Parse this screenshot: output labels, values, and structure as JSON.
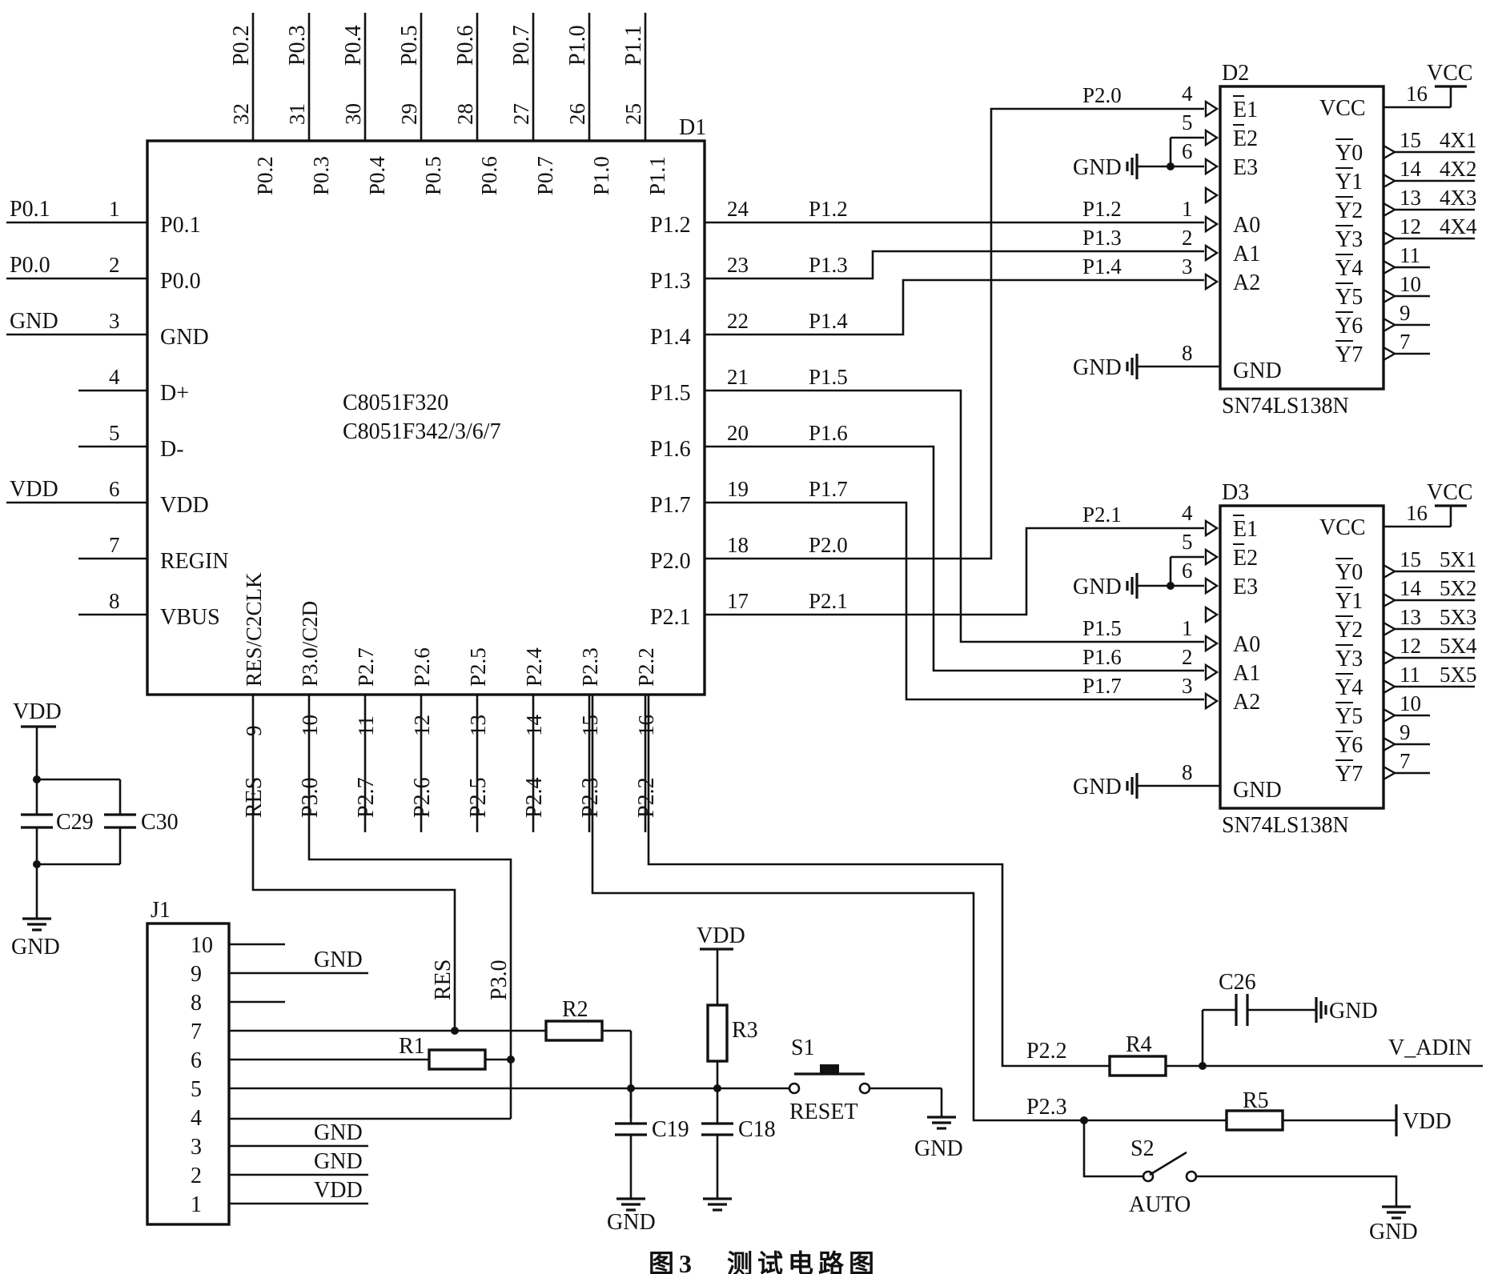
{
  "caption": "图3　测试电路图",
  "d1": {
    "ref": "D1",
    "model_line1": "C8051F320",
    "model_line2": "C8051F342/3/6/7",
    "top_pins": [
      {
        "name": "P0.2",
        "num": "32",
        "net": "P0.2"
      },
      {
        "name": "P0.3",
        "num": "31",
        "net": "P0.3"
      },
      {
        "name": "P0.4",
        "num": "30",
        "net": "P0.4"
      },
      {
        "name": "P0.5",
        "num": "29",
        "net": "P0.5"
      },
      {
        "name": "P0.6",
        "num": "28",
        "net": "P0.6"
      },
      {
        "name": "P0.7",
        "num": "27",
        "net": "P0.7"
      },
      {
        "name": "P1.0",
        "num": "26",
        "net": "P1.0"
      },
      {
        "name": "P1.1",
        "num": "25",
        "net": "P1.1"
      }
    ],
    "left_pins": [
      {
        "name": "P0.1",
        "num": "1",
        "net": "P0.1"
      },
      {
        "name": "P0.0",
        "num": "2",
        "net": "P0.0"
      },
      {
        "name": "GND",
        "num": "3",
        "net": "GND"
      },
      {
        "name": "D+",
        "num": "4",
        "net": ""
      },
      {
        "name": "D-",
        "num": "5",
        "net": ""
      },
      {
        "name": "VDD",
        "num": "6",
        "net": "VDD"
      },
      {
        "name": "REGIN",
        "num": "7",
        "net": ""
      },
      {
        "name": "VBUS",
        "num": "8",
        "net": ""
      }
    ],
    "right_pins": [
      {
        "name": "P1.2",
        "num": "24",
        "net": "P1.2"
      },
      {
        "name": "P1.3",
        "num": "23",
        "net": "P1.3"
      },
      {
        "name": "P1.4",
        "num": "22",
        "net": "P1.4"
      },
      {
        "name": "P1.5",
        "num": "21",
        "net": "P1.5"
      },
      {
        "name": "P1.6",
        "num": "20",
        "net": "P1.6"
      },
      {
        "name": "P1.7",
        "num": "19",
        "net": "P1.7"
      },
      {
        "name": "P2.0",
        "num": "18",
        "net": "P2.0"
      },
      {
        "name": "P2.1",
        "num": "17",
        "net": "P2.1"
      }
    ],
    "bottom_pins": [
      {
        "name": "RES/C2CLK",
        "num": "9",
        "net": "RES"
      },
      {
        "name": "P3.0/C2D",
        "num": "10",
        "net": "P3.0"
      },
      {
        "name": "P2.7",
        "num": "11",
        "net": "P2.7"
      },
      {
        "name": "P2.6",
        "num": "12",
        "net": "P2.6"
      },
      {
        "name": "P2.5",
        "num": "13",
        "net": "P2.5"
      },
      {
        "name": "P2.4",
        "num": "14",
        "net": "P2.4"
      },
      {
        "name": "P2.3",
        "num": "15",
        "net": "P2.3"
      },
      {
        "name": "P2.2",
        "num": "16",
        "net": "P2.2"
      }
    ]
  },
  "d2": {
    "ref": "D2",
    "part": "SN74LS138N",
    "vcc_label": "VCC",
    "vcc_pin": "16",
    "gnd_pin": "8",
    "gnd_label": "GND",
    "inputs": [
      {
        "pin": "E1",
        "num": "4",
        "net": "P2.0"
      },
      {
        "pin": "E2",
        "num": "5",
        "net": ""
      },
      {
        "pin": "E3",
        "num": "6",
        "net": ""
      },
      {
        "pin": "A0",
        "num": "1",
        "net": "P1.2"
      },
      {
        "pin": "A1",
        "num": "2",
        "net": "P1.3"
      },
      {
        "pin": "A2",
        "num": "3",
        "net": "P1.4"
      }
    ],
    "outputs": [
      {
        "pin": "Y0",
        "num": "15",
        "net": "4X1"
      },
      {
        "pin": "Y1",
        "num": "14",
        "net": "4X2"
      },
      {
        "pin": "Y2",
        "num": "13",
        "net": "4X3"
      },
      {
        "pin": "Y3",
        "num": "12",
        "net": "4X4"
      },
      {
        "pin": "Y4",
        "num": "11",
        "net": ""
      },
      {
        "pin": "Y5",
        "num": "10",
        "net": ""
      },
      {
        "pin": "Y6",
        "num": "9",
        "net": ""
      },
      {
        "pin": "Y7",
        "num": "7",
        "net": ""
      }
    ]
  },
  "d3": {
    "ref": "D3",
    "part": "SN74LS138N",
    "vcc_label": "VCC",
    "vcc_pin": "16",
    "gnd_pin": "8",
    "gnd_label": "GND",
    "inputs": [
      {
        "pin": "E1",
        "num": "4",
        "net": "P2.1"
      },
      {
        "pin": "E2",
        "num": "5",
        "net": ""
      },
      {
        "pin": "E3",
        "num": "6",
        "net": ""
      },
      {
        "pin": "A0",
        "num": "1",
        "net": "P1.5"
      },
      {
        "pin": "A1",
        "num": "2",
        "net": "P1.6"
      },
      {
        "pin": "A2",
        "num": "3",
        "net": "P1.7"
      }
    ],
    "outputs": [
      {
        "pin": "Y0",
        "num": "15",
        "net": "5X1"
      },
      {
        "pin": "Y1",
        "num": "14",
        "net": "5X2"
      },
      {
        "pin": "Y2",
        "num": "13",
        "net": "5X3"
      },
      {
        "pin": "Y3",
        "num": "12",
        "net": "5X4"
      },
      {
        "pin": "Y4",
        "num": "11",
        "net": "5X5"
      },
      {
        "pin": "Y5",
        "num": "10",
        "net": ""
      },
      {
        "pin": "Y6",
        "num": "9",
        "net": ""
      },
      {
        "pin": "Y7",
        "num": "7",
        "net": ""
      }
    ]
  },
  "j1": {
    "ref": "J1",
    "pins": [
      "10",
      "9",
      "8",
      "7",
      "6",
      "5",
      "4",
      "3",
      "2",
      "1"
    ],
    "labels": {
      "p9": "GND",
      "p3": "GND",
      "p2": "GND",
      "p1": "VDD"
    }
  },
  "nets": {
    "res": "RES",
    "p30": "P3.0",
    "p22": "P2.2",
    "p23": "P2.3",
    "vadin": "V_ADIN",
    "vdd": "VDD",
    "gnd": "GND",
    "vcc": "VCC"
  },
  "components": {
    "r1": "R1",
    "r2": "R2",
    "r3": "R3",
    "r4": "R4",
    "r5": "R5",
    "c18": "C18",
    "c19": "C19",
    "c26": "C26",
    "c29": "C29",
    "c30": "C30",
    "s1": "S1",
    "s1_label": "RESET",
    "s2": "S2",
    "s2_label": "AUTO"
  }
}
